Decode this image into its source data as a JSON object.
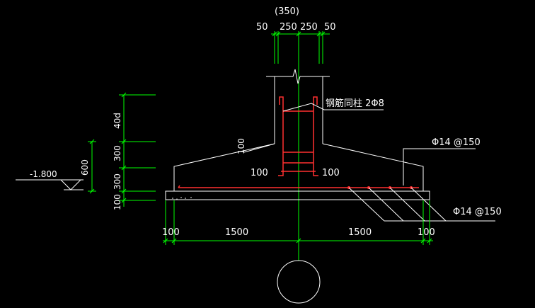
{
  "top_dims": {
    "column_total": "(350)",
    "seg_left_cover": "50",
    "seg_left_half": "250",
    "seg_right_half": "250",
    "seg_right_cover": "50"
  },
  "left_dims": {
    "anchor_length": "40d",
    "haunch_height": "300",
    "base_height": "300",
    "bed_height": "100",
    "total_height": "600",
    "bar_offset": "100"
  },
  "elevation": "-1.800",
  "annotations": {
    "column_bars": "钢筋同柱 2Φ8",
    "top_rebar": "Φ14 @150",
    "bottom_rebar": "Φ14 @150",
    "hook_left": "100",
    "hook_right": "100"
  },
  "bottom_dims": {
    "left_cover": "100",
    "left_half": "1500",
    "right_half": "1500",
    "right_cover": "100"
  },
  "colors": {
    "background": "#000000",
    "outline": "#ffffff",
    "dimension": "#00ff00",
    "rebar": "#ff3030",
    "axis": "#00ff00"
  }
}
